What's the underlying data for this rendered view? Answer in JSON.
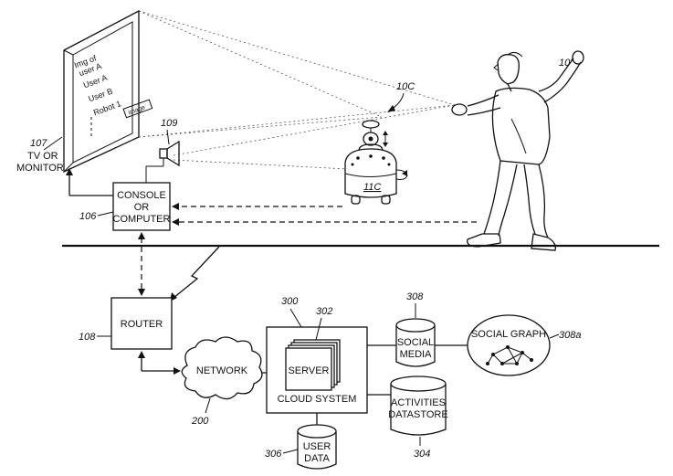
{
  "refs": {
    "tv": "107",
    "speaker": "109",
    "robot": "10C",
    "robot_body": "11C",
    "user": "10'",
    "console": "106",
    "router": "108",
    "cloud": "300",
    "server": "302",
    "network": "200",
    "user_data": "306",
    "social_media": "308",
    "social_graph": "308a",
    "activities": "304"
  },
  "tv": {
    "label_line1": "TV OR",
    "label_line2": "MONITOR",
    "screen_lines": [
      "Img of",
      "user A",
      "User A",
      "User B",
      "Robot 1"
    ],
    "image_button": "image"
  },
  "console": {
    "line1": "CONSOLE",
    "line2": "OR",
    "line3": "COMPUTER"
  },
  "router": {
    "label": "ROUTER"
  },
  "network": {
    "label": "NETWORK"
  },
  "cloud": {
    "server_label": "SERVER",
    "system_label": "CLOUD SYSTEM"
  },
  "user_data": {
    "line1": "USER",
    "line2": "DATA"
  },
  "social_media": {
    "line1": "SOCIAL",
    "line2": "MEDIA"
  },
  "activities": {
    "line1": "ACTIVITIES",
    "line2": "DATASTORE"
  },
  "social_graph": {
    "label": "SOCIAL GRAPH"
  }
}
